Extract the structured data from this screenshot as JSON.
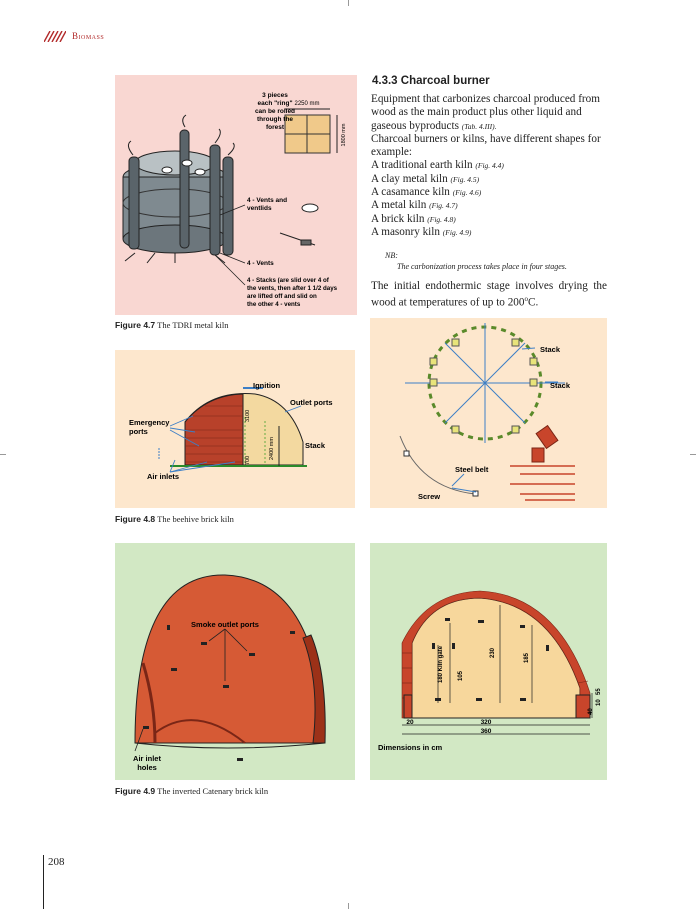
{
  "header": {
    "running_title": "Biomass"
  },
  "page_number": "208",
  "fig47": {
    "caption_label": "Figure 4.7",
    "caption_text": "The TDRI metal kiln",
    "label_pieces": "3 pieces",
    "label_ring": "each \"ring\"",
    "label_rolled": "can be rolled",
    "label_through": "through the",
    "label_forest": "forest",
    "dim_width": "2250 mm",
    "dim_height": "1800 mm",
    "label_vents_ventlids_1": "4 - Vents and",
    "label_vents_ventlids_2": "ventlids",
    "label_vents": "4 - Vents",
    "label_stacks_1": "4 - Stacks (are slid over 4 of",
    "label_stacks_2": "the vents, then after 1 1/2 days",
    "label_stacks_3": "are lifted off and slid on",
    "label_stacks_4": "the other 4 - vents"
  },
  "fig48": {
    "caption_label": "Figure 4.8",
    "caption_text": "The beehive brick kiln",
    "label_ignition": "Ignition",
    "label_outlet_ports": "Outlet ports",
    "label_emergency_1": "Emergency",
    "label_emergency_2": "ports",
    "label_stack": "Stack",
    "label_air_inlets": "Air inlets",
    "dim_3100": "3100",
    "dim_2400": "2400 mm",
    "dim_700": "700"
  },
  "fig_stack": {
    "label_stack_top": "Stack",
    "label_stack_right": "Stack",
    "label_steel_belt": "Steel belt",
    "label_screw": "Screw"
  },
  "fig49": {
    "caption_label": "Figure 4.9",
    "caption_text": "The inverted Catenary brick kiln",
    "label_smoke": "Smoke outlet ports",
    "label_air_inlet_1": "Air inlet",
    "label_air_inlet_2": "holes"
  },
  "fig_dims": {
    "label_kiln_gate": "180 Kiln gate",
    "dim_105": "105",
    "dim_230": "230",
    "dim_185": "185",
    "dim_55": "55",
    "dim_10": "10",
    "dim_40": "40",
    "dim_20": "20",
    "dim_320": "320",
    "dim_360": "360",
    "label_units": "Dimensions in cm"
  },
  "section": {
    "title": "4.3.3 Charcoal burner",
    "intro": "Equipment that carbonizes charcoal produced from wood as the main product plus other liquid and gaseous byproducts",
    "intro_ref": "(Tab. 4.III).",
    "types_intro": "Charcoal burners or kilns, have different shapes for example:",
    "items": [
      {
        "name": "A traditional earth kiln",
        "ref": "(Fig. 4.4)"
      },
      {
        "name": "A clay metal kiln",
        "ref": "(Fig. 4.5)"
      },
      {
        "name": "A casamance kiln",
        "ref": "(Fig. 4.6)"
      },
      {
        "name": "A metal kiln",
        "ref": "(Fig. 4.7)"
      },
      {
        "name": "A brick kiln",
        "ref": "(Fig. 4.8)"
      },
      {
        "name": "A masonry kiln",
        "ref": "(Fig. 4.9)"
      }
    ],
    "nb_label": "NB:",
    "nb_text": "The carbonization process takes place in four stages.",
    "para2_a": "The initial endothermic stage involves drying the wood at temperatures of up to 200",
    "para2_deg": "o",
    "para2_b": "C."
  },
  "colors": {
    "accent_red": "#b22a2a",
    "panel_pink": "#f9d7d2",
    "panel_peach": "#fde7cd",
    "panel_green": "#d2e8c4",
    "brick": "#c8452b"
  }
}
